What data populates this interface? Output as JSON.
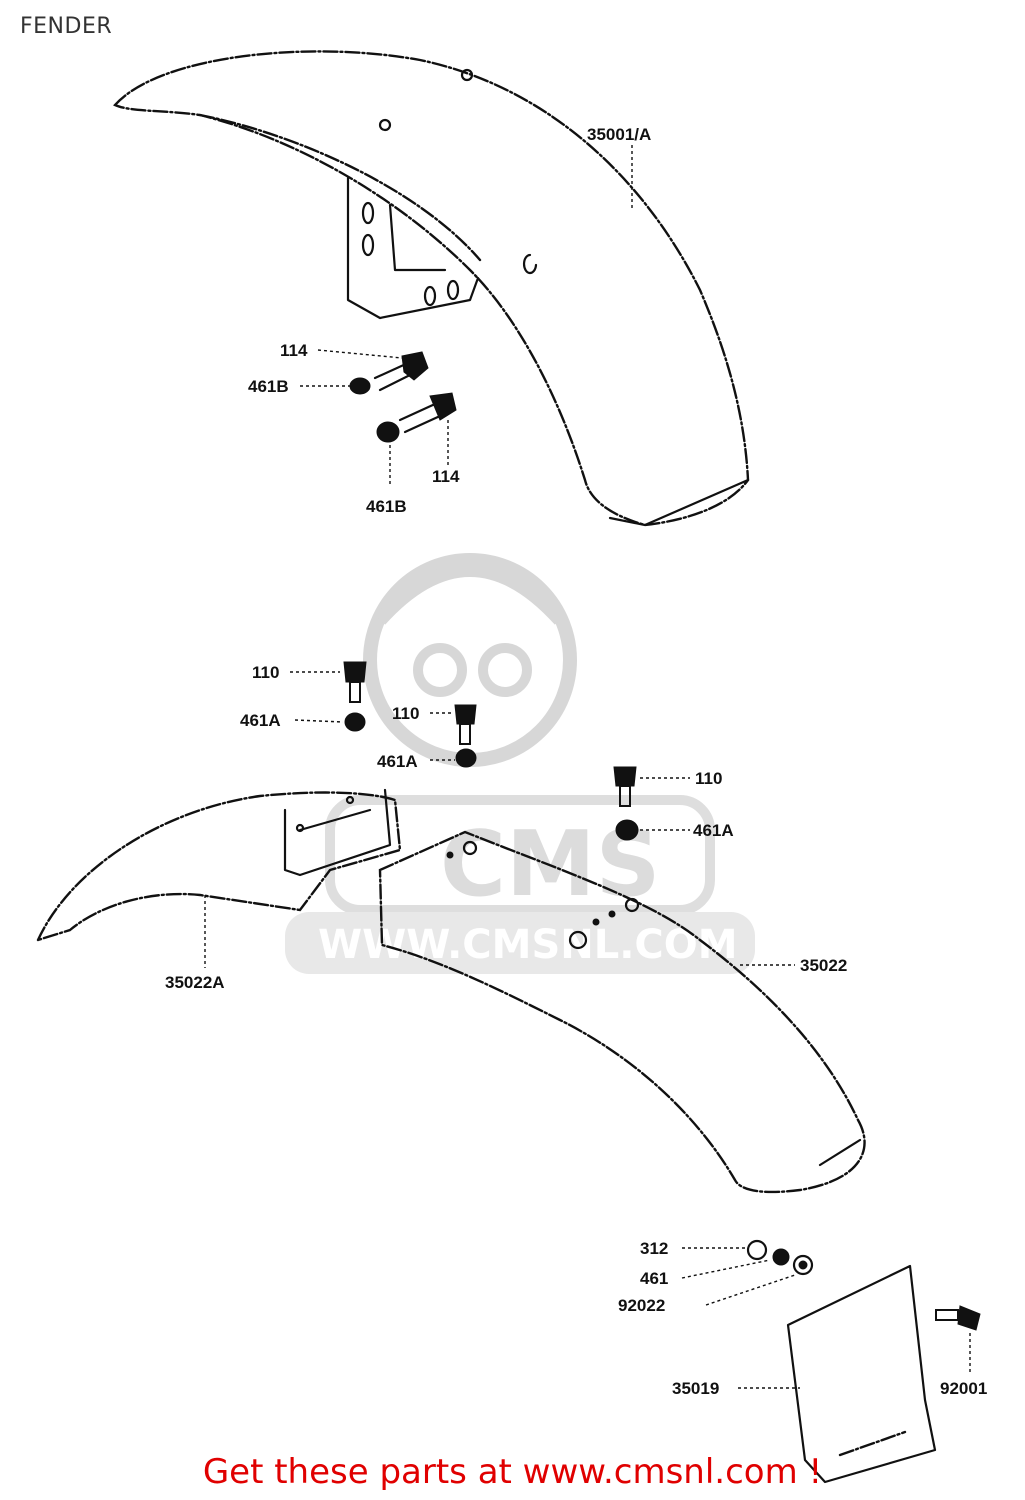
{
  "header": {
    "title": "FENDER"
  },
  "watermark": {
    "logo_text": "CMS",
    "url_text": "WWW.CMSNL.COM"
  },
  "callouts": {
    "front_fender": "35001/A",
    "bolt_114_top": "114",
    "washer_461b_top": "461B",
    "bolt_114_bottom": "114",
    "washer_461b_bottom": "461B",
    "bolt_110_left": "110",
    "washer_461a_left": "461A",
    "bolt_110_mid": "110",
    "washer_461a_mid": "461A",
    "bolt_110_right": "110",
    "washer_461a_right": "461A",
    "front_rear_fender": "35022A",
    "rear_fender": "35022",
    "nut_312": "312",
    "washer_461": "461",
    "washer_92022": "92022",
    "plate_35019": "35019",
    "bolt_92001": "92001"
  },
  "footer": {
    "text": "Get these parts at www.cmsnl.com !"
  }
}
